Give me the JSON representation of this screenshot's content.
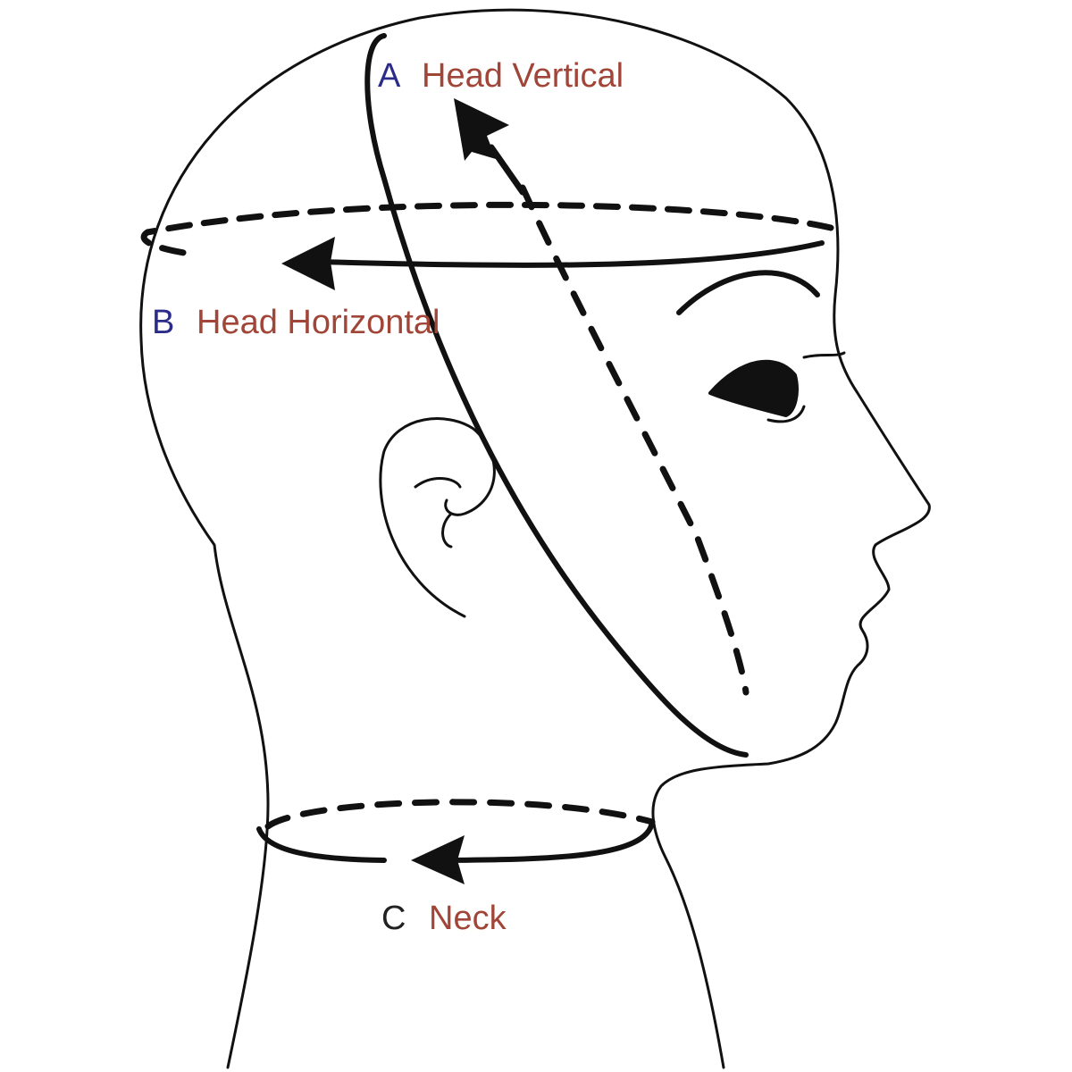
{
  "labels": {
    "a": {
      "letter": "A",
      "text": "Head Vertical"
    },
    "b": {
      "letter": "B",
      "text": "Head Horizontal"
    },
    "c": {
      "letter": "C",
      "text": "Neck"
    }
  },
  "colors": {
    "letter_a": "#2b2b8a",
    "letter_b": "#2b2b8a",
    "letter_c": "#222222",
    "label_text": "#a04538",
    "line": "#111111"
  }
}
